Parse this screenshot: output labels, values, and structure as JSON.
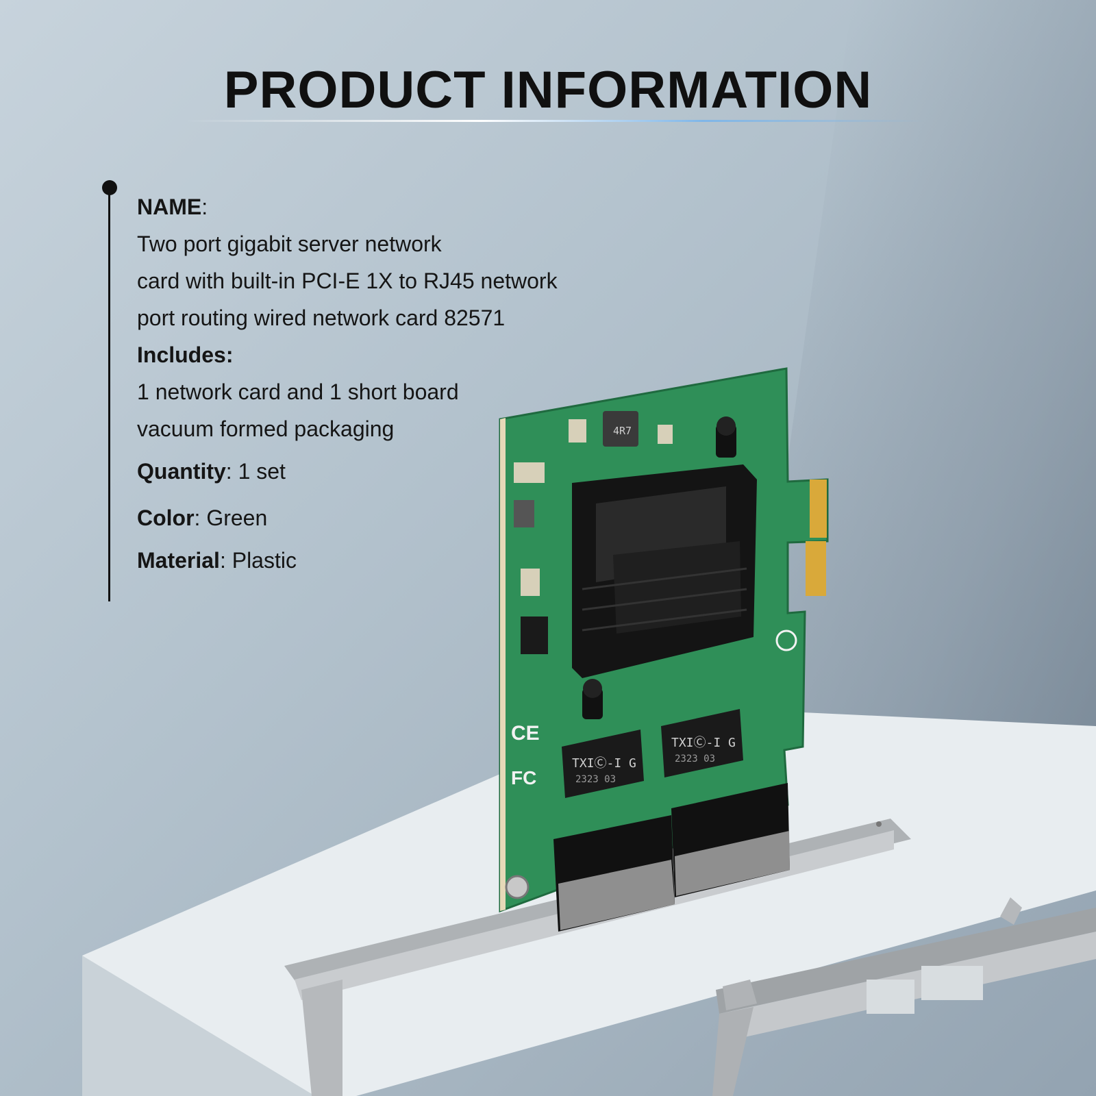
{
  "title": "PRODUCT INFORMATION",
  "info": {
    "name_label": "NAME",
    "name_lines": [
      "Two port gigabit server network",
      "card with built-in PCI-E 1X to RJ45 network",
      "port routing wired network card 82571"
    ],
    "includes_label": "Includes:",
    "includes_lines": [
      "1 network card and 1 short board",
      "vacuum formed packaging"
    ],
    "quantity_label": "Quantity",
    "quantity_value": "1 set",
    "color_label": "Color",
    "color_value": "Green",
    "material_label": "Material",
    "material_value": "Plastic"
  },
  "product_markings": {
    "inductor": "4R7",
    "transformer": "TXIⒸ-I G",
    "transformer_code": "2323 03",
    "cert": "CE",
    "fcc": "FC"
  },
  "colors": {
    "pcb": "#2f8f58",
    "heatsink": "#141414",
    "bracket": "#b9bcbf",
    "gold_fingers": "#d9a93a",
    "title_rule": "#7fb6e8"
  }
}
